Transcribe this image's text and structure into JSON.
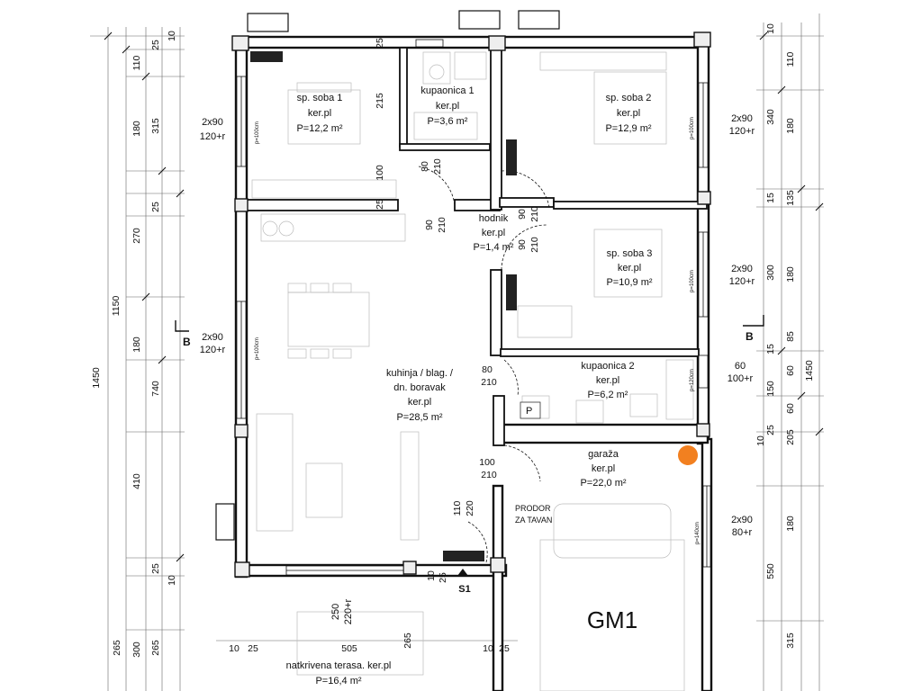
{
  "rooms": [
    {
      "name": "sp. soba 1",
      "floor": "ker.pl",
      "area": "P=12,2 m²"
    },
    {
      "name": "kupaonica 1",
      "floor": "ker.pl",
      "area": "P=3,6 m²"
    },
    {
      "name": "sp. soba 2",
      "floor": "ker.pl",
      "area": "P=12,9 m²"
    },
    {
      "name": "hodnik",
      "floor": "ker.pl",
      "area": "P=1,4 m²"
    },
    {
      "name": "sp. soba 3",
      "floor": "ker.pl",
      "area": "P=10,9 m²"
    },
    {
      "name": "kuhinja / blag. /",
      "name2": "dn. boravak",
      "floor": "ker.pl",
      "area": "P=28,5 m²"
    },
    {
      "name": "kupaonica 2",
      "floor": "ker.pl",
      "area": "P=6,2 m²"
    },
    {
      "name": "garaža",
      "floor": "ker.pl",
      "area": "P=22,0 m²"
    },
    {
      "name": "natkrivena terasa. ker.pl",
      "area": "P=16,4 m²"
    }
  ],
  "labels": {
    "garage_code": "GM1",
    "section_mark": "B",
    "entrance_mark": "S1",
    "attic_line1": "PRODOR",
    "attic_line2": "ZA TAVAN",
    "parking": "P",
    "sill_100": "p=100cm",
    "sill_120": "p=120cm",
    "sill_140": "p=140cm"
  },
  "windows": [
    {
      "size": "2x90",
      "sub": "120+r"
    },
    {
      "size": "2x90",
      "sub": "120+r"
    },
    {
      "size": "2x90",
      "sub": "120+r"
    },
    {
      "size": "2x90",
      "sub": "120+r"
    },
    {
      "size": "60",
      "sub": "100+r"
    },
    {
      "size": "2x90",
      "sub": "80+r"
    },
    {
      "size": "250",
      "sub": "220+r"
    }
  ],
  "doors": [
    {
      "w": "80",
      "h": "210"
    },
    {
      "w": "90",
      "h": "210"
    },
    {
      "w": "90",
      "h": "210"
    },
    {
      "w": "90",
      "h": "210"
    },
    {
      "w": "80",
      "h": "210"
    },
    {
      "w": "100",
      "h": "210"
    },
    {
      "w": "110",
      "h": "220"
    }
  ],
  "dims": {
    "left_outer": "1450",
    "left_mid": "1150",
    "left_segments": [
      "10",
      "25",
      "110",
      "180",
      "315",
      "25",
      "270",
      "180",
      "740",
      "410",
      "25",
      "10",
      "265",
      "300",
      "265"
    ],
    "right_segments": [
      "10",
      "110",
      "340",
      "180",
      "15",
      "135",
      "300",
      "180",
      "15",
      "85",
      "60",
      "150",
      "60",
      "25",
      "10",
      "205",
      "180",
      "550",
      "315"
    ],
    "right_outer": "1450",
    "interior": [
      "215",
      "100",
      "25",
      "25"
    ],
    "bottom": [
      "10",
      "25",
      "505",
      "265",
      "10",
      "25",
      "10",
      "25"
    ]
  }
}
